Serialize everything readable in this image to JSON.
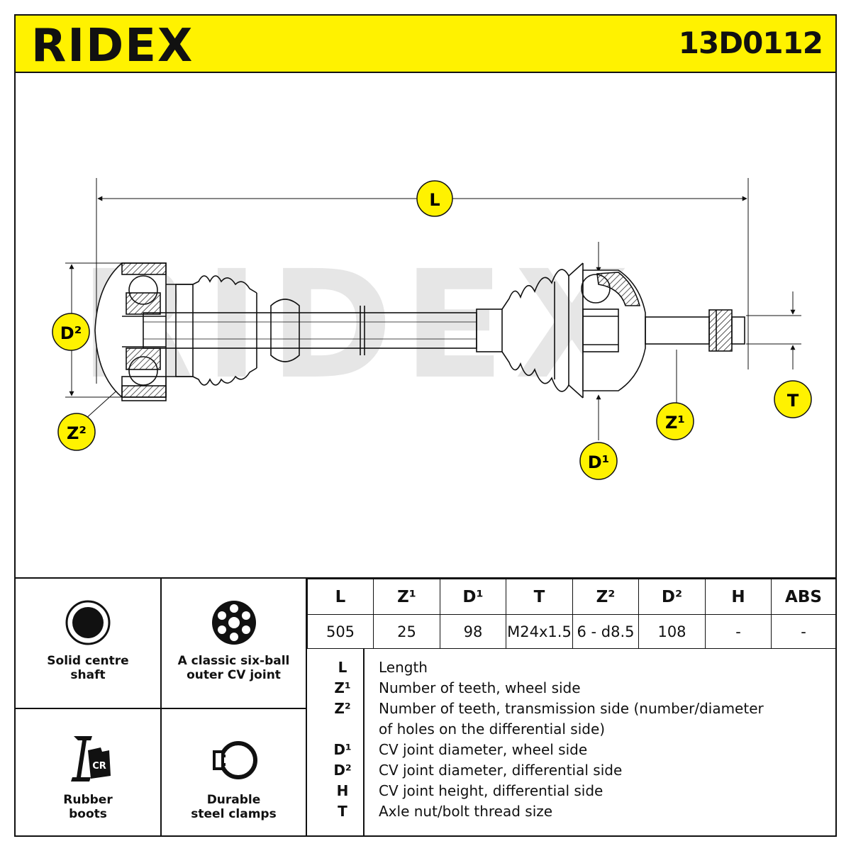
{
  "header": {
    "brand": "RIDEX",
    "part_number": "13D0112"
  },
  "diagram": {
    "watermark": "RIDEX",
    "labels": {
      "L": "L",
      "D2": "D²",
      "Z2": "Z²",
      "T": "T",
      "Z1": "Z¹",
      "D1": "D¹"
    }
  },
  "features": [
    {
      "label": "Solid centre\nshaft",
      "icon": "solid-shaft-icon"
    },
    {
      "label": "A classic six-ball\nouter CV joint",
      "icon": "six-ball-joint-icon"
    },
    {
      "label": "Rubber\nboots",
      "icon": "rubber-boot-icon",
      "icon_text": "CR"
    },
    {
      "label": "Durable\nsteel clamps",
      "icon": "clamp-icon"
    }
  ],
  "spec_table": {
    "headers": [
      "L",
      "Z¹",
      "D¹",
      "T",
      "Z²",
      "D²",
      "H",
      "ABS"
    ],
    "values": [
      "505",
      "25",
      "98",
      "M24x1.5",
      "6 - d8.5",
      "108",
      "-",
      "-"
    ]
  },
  "legend": [
    {
      "key": "L",
      "text": "Length"
    },
    {
      "key": "Z¹",
      "text": "Number of teeth, wheel side"
    },
    {
      "key": "Z²",
      "text": "Number of teeth, transmission side (number/diameter"
    },
    {
      "key": "",
      "text": "of holes on the differential side)"
    },
    {
      "key": "D¹",
      "text": "CV joint diameter, wheel side"
    },
    {
      "key": "D²",
      "text": "CV joint diameter, differential side"
    },
    {
      "key": "H",
      "text": "CV joint height, differential side"
    },
    {
      "key": "T",
      "text": "Axle nut/bolt thread size"
    }
  ],
  "colors": {
    "brand_yellow": "#fff200",
    "line": "#111111",
    "watermark": "#e6e6e6"
  }
}
